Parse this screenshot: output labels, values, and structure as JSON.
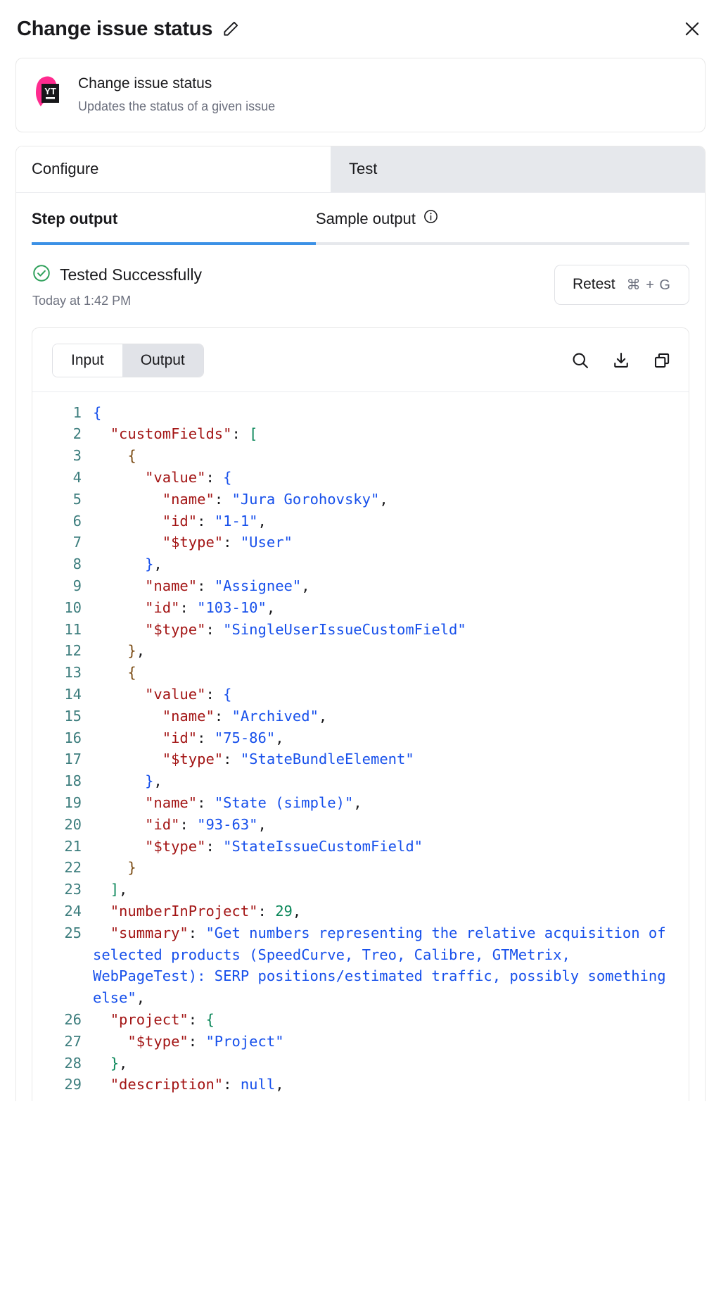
{
  "titlebar": {
    "title": "Change issue status",
    "edit_icon": "pencil-icon",
    "close_icon": "close-icon"
  },
  "app_card": {
    "logo_text": "YT",
    "name": "Change issue status",
    "description": "Updates the status of a given issue",
    "logo_color": "#ff2b8f"
  },
  "tabs": [
    {
      "label": "Configure",
      "active": false
    },
    {
      "label": "Test",
      "active": true
    }
  ],
  "subtabs": [
    {
      "label": "Step output",
      "active": true
    },
    {
      "label": "Sample output",
      "active": false,
      "icon": "info-icon"
    }
  ],
  "status": {
    "icon": "check-circle-icon",
    "text": "Tested Successfully",
    "timestamp": "Today at 1:42 PM",
    "accent_color": "#2eA05a"
  },
  "retest": {
    "label": "Retest",
    "shortcut": "⌘ + G"
  },
  "io_toggle": {
    "input_label": "Input",
    "output_label": "Output",
    "selected": "Output"
  },
  "toolbar_icons": [
    {
      "name": "search-icon"
    },
    {
      "name": "download-icon"
    },
    {
      "name": "copy-icon"
    }
  ],
  "code": {
    "language": "json",
    "lines": [
      {
        "no": "1",
        "html": "<span class='b1'>{</span>"
      },
      {
        "no": "2",
        "html": "  <span class='k'>\"customFields\"</span><span class='p'>:</span> <span class='b2'>[</span>"
      },
      {
        "no": "3",
        "html": "    <span class='b3'>{</span>"
      },
      {
        "no": "4",
        "html": "      <span class='k'>\"value\"</span><span class='p'>:</span> <span class='b1'>{</span>"
      },
      {
        "no": "5",
        "html": "        <span class='k'>\"name\"</span><span class='p'>:</span> <span class='s'>\"Jura Gorohovsky\"</span><span class='p'>,</span>"
      },
      {
        "no": "6",
        "html": "        <span class='k'>\"id\"</span><span class='p'>:</span> <span class='s'>\"1-1\"</span><span class='p'>,</span>"
      },
      {
        "no": "7",
        "html": "        <span class='k'>\"$type\"</span><span class='p'>:</span> <span class='s'>\"User\"</span>"
      },
      {
        "no": "8",
        "html": "      <span class='b1'>}</span><span class='p'>,</span>"
      },
      {
        "no": "9",
        "html": "      <span class='k'>\"name\"</span><span class='p'>:</span> <span class='s'>\"Assignee\"</span><span class='p'>,</span>"
      },
      {
        "no": "10",
        "html": "      <span class='k'>\"id\"</span><span class='p'>:</span> <span class='s'>\"103-10\"</span><span class='p'>,</span>"
      },
      {
        "no": "11",
        "html": "      <span class='k'>\"$type\"</span><span class='p'>:</span> <span class='s'>\"SingleUserIssueCustomField\"</span>"
      },
      {
        "no": "12",
        "html": "    <span class='b3'>}</span><span class='p'>,</span>"
      },
      {
        "no": "13",
        "html": "    <span class='b3'>{</span>"
      },
      {
        "no": "14",
        "html": "      <span class='k'>\"value\"</span><span class='p'>:</span> <span class='b1'>{</span>"
      },
      {
        "no": "15",
        "html": "        <span class='k'>\"name\"</span><span class='p'>:</span> <span class='s'>\"Archived\"</span><span class='p'>,</span>"
      },
      {
        "no": "16",
        "html": "        <span class='k'>\"id\"</span><span class='p'>:</span> <span class='s'>\"75-86\"</span><span class='p'>,</span>"
      },
      {
        "no": "17",
        "html": "        <span class='k'>\"$type\"</span><span class='p'>:</span> <span class='s'>\"StateBundleElement\"</span>"
      },
      {
        "no": "18",
        "html": "      <span class='b1'>}</span><span class='p'>,</span>"
      },
      {
        "no": "19",
        "html": "      <span class='k'>\"name\"</span><span class='p'>:</span> <span class='s'>\"State (simple)\"</span><span class='p'>,</span>"
      },
      {
        "no": "20",
        "html": "      <span class='k'>\"id\"</span><span class='p'>:</span> <span class='s'>\"93-63\"</span><span class='p'>,</span>"
      },
      {
        "no": "21",
        "html": "      <span class='k'>\"$type\"</span><span class='p'>:</span> <span class='s'>\"StateIssueCustomField\"</span>"
      },
      {
        "no": "22",
        "html": "    <span class='b3'>}</span>"
      },
      {
        "no": "23",
        "html": "  <span class='b2'>]</span><span class='p'>,</span>"
      },
      {
        "no": "24",
        "html": "  <span class='k'>\"numberInProject\"</span><span class='p'>:</span> <span class='n'>29</span><span class='p'>,</span>"
      },
      {
        "no": "25",
        "html": "  <span class='k'>\"summary\"</span><span class='p'>:</span> <span class='s'>\"Get numbers representing the relative acquisition of selected products (SpeedCurve, Treo, Calibre, GTMetrix, WebPageTest): SERP positions/estimated traffic, possibly something else\"</span><span class='p'>,</span>"
      },
      {
        "no": "26",
        "html": "  <span class='k'>\"project\"</span><span class='p'>:</span> <span class='b2'>{</span>"
      },
      {
        "no": "27",
        "html": "    <span class='k'>\"$type\"</span><span class='p'>:</span> <span class='s'>\"Project\"</span>"
      },
      {
        "no": "28",
        "html": "  <span class='b2'>}</span><span class='p'>,</span>"
      },
      {
        "no": "29",
        "html": "  <span class='k'>\"description\"</span><span class='p'>:</span> <span class='nl'>null</span><span class='p'>,</span>"
      }
    ],
    "plain_text": "{\n  \"customFields\": [\n    {\n      \"value\": {\n        \"name\": \"Jura Gorohovsky\",\n        \"id\": \"1-1\",\n        \"$type\": \"User\"\n      },\n      \"name\": \"Assignee\",\n      \"id\": \"103-10\",\n      \"$type\": \"SingleUserIssueCustomField\"\n    },\n    {\n      \"value\": {\n        \"name\": \"Archived\",\n        \"id\": \"75-86\",\n        \"$type\": \"StateBundleElement\"\n      },\n      \"name\": \"State (simple)\",\n      \"id\": \"93-63\",\n      \"$type\": \"StateIssueCustomField\"\n    }\n  ],\n  \"numberInProject\": 29,\n  \"summary\": \"Get numbers representing the relative acquisition of selected products (SpeedCurve, Treo, Calibre, GTMetrix, WebPageTest): SERP positions/estimated traffic, possibly something else\",\n  \"project\": {\n    \"$type\": \"Project\"\n  },\n  \"description\": null,"
  }
}
